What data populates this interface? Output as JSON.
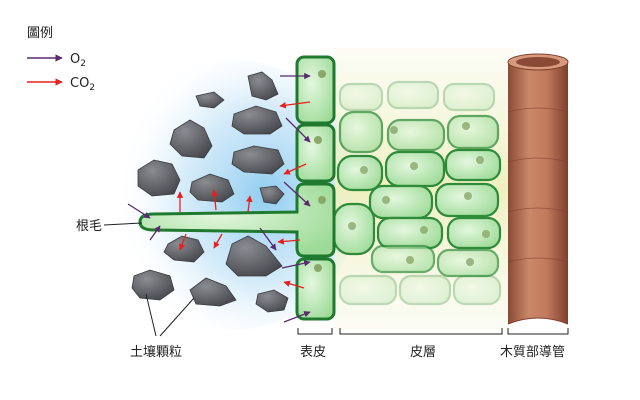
{
  "legend": {
    "title": "圖例",
    "o2": "O",
    "o2_sub": "2",
    "co2": "CO",
    "co2_sub": "2",
    "o2_color": "#5a2a6e",
    "co2_color": "#e8201c"
  },
  "labels": {
    "root_hair": "根毛",
    "soil_particles": "土壤顆粒",
    "epidermis": "表皮",
    "cortex": "皮層",
    "xylem": "木質部導管"
  },
  "colors": {
    "cell_fill": "#b9e8b4",
    "cell_stroke": "#2e8b3a",
    "soil": "#5e6066",
    "xylem": "#b8735a",
    "water_glow": "#9fd3f2",
    "cortex_bg": "#eef3c8"
  }
}
